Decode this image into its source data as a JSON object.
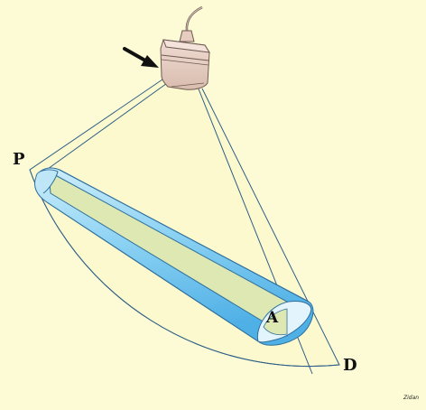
{
  "labels": {
    "p": "P",
    "d": "D",
    "a": "A"
  },
  "signature": "Zidan",
  "colors": {
    "background": "#fdfbd6",
    "vessel_wall": "#a9ddf5",
    "vessel_shade": "#5cb9ea",
    "vessel_outline": "#2f6f9c",
    "lumen": "#dde8b2",
    "beam_outline": "#2f5f86",
    "transducer": "#e8cfc2",
    "transducer_outline": "#6e5a52",
    "arrow": "#111111"
  },
  "icons": {
    "transducer": "ultrasound-transducer-icon",
    "arrow": "pointer-arrow-icon"
  }
}
